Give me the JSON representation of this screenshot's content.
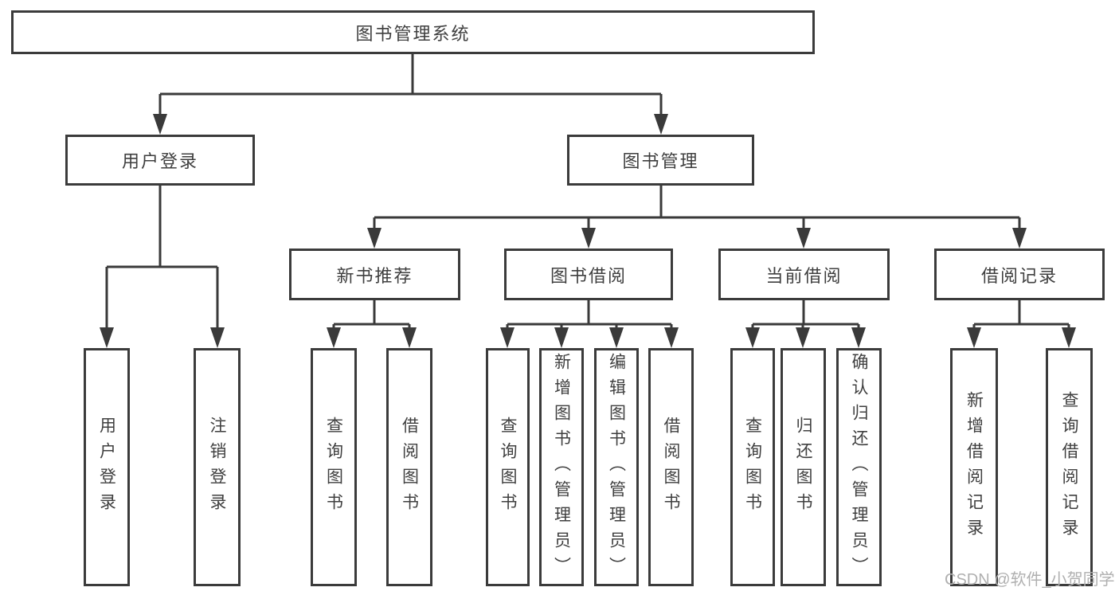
{
  "watermark": "CSDN @软件_小贺同学",
  "tree": {
    "label": "图书管理系统",
    "children": [
      {
        "label": "用户登录",
        "children": [
          {
            "label": "用户登录"
          },
          {
            "label": "注销登录"
          }
        ]
      },
      {
        "label": "图书管理",
        "children": [
          {
            "label": "新书推荐",
            "children": [
              {
                "label": "查询图书"
              },
              {
                "label": "借阅图书"
              }
            ]
          },
          {
            "label": "图书借阅",
            "children": [
              {
                "label": "查询图书"
              },
              {
                "label": "新增图书（管理员）"
              },
              {
                "label": "编辑图书（管理员）"
              },
              {
                "label": "借阅图书"
              }
            ]
          },
          {
            "label": "当前借阅",
            "children": [
              {
                "label": "查询图书"
              },
              {
                "label": "归还图书"
              },
              {
                "label": "确认归还（管理员）"
              }
            ]
          },
          {
            "label": "借阅记录",
            "children": [
              {
                "label": "新增借阅记录"
              },
              {
                "label": "查询借阅记录"
              }
            ]
          }
        ]
      }
    ]
  },
  "colors": {
    "line": "#3a3a3a",
    "border": "#3b3b3b",
    "text": "#3f3f3f",
    "watermark": "#b0b0b0",
    "background": "#ffffff"
  }
}
